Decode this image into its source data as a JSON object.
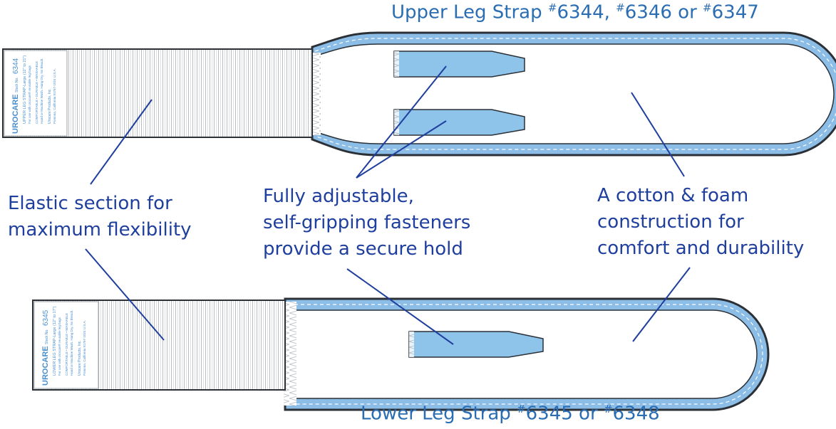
{
  "titles": {
    "upper": {
      "prefix": "Upper Leg Strap ",
      "codes": [
        "6344",
        "6346",
        "6347"
      ],
      "sep1": ", ",
      "sep2": " or ",
      "hash": "#"
    },
    "lower": {
      "prefix": "Lower Leg Strap ",
      "codes": [
        "6345",
        "6348"
      ],
      "sep1": " or ",
      "hash": "#"
    }
  },
  "callouts": {
    "elastic": [
      "Elastic section for",
      "maximum flexibility"
    ],
    "fasteners": [
      "Fully adjustable,",
      "self-gripping fasteners",
      "provide a secure hold"
    ],
    "material": [
      "A cotton & foam",
      "construction for",
      "comfort and durability"
    ]
  },
  "tags": {
    "upper": {
      "brand": "UROCARE",
      "stock_label": "Stock No.",
      "stock": "6344",
      "line1": "UPPER LEG STRAP-Large (12\" to 21\")",
      "line2": "For use with Urocare® reusable leg bags",
      "line3": "COMFORTABLE • DURABLE • WASHABLE",
      "line4": "Hand or Machine Wash. Hang Dry. No Bleach.",
      "line5": "Urocare Products, Inc.",
      "line6": "Pomona, California 91767-1024 U.S.A."
    },
    "lower": {
      "brand": "UROCARE",
      "stock_label": "Stock No.",
      "stock": "6345",
      "line1": "LOWER LEG STRAP-Large (12\" to 17\")",
      "line2": "For use with Urocare® reusable leg bags",
      "line3": "COMFORTABLE • DURABLE • WASHABLE",
      "line4": "Hand or Machine Wash. Hang Dry. No Bleach.",
      "line5": "Urocare Products, Inc.",
      "line6": "Pomona, California 91767-1024 U.S.A."
    }
  },
  "colors": {
    "strap_blue": "#8bbde6",
    "strap_outline": "#2b3036",
    "tab_blue": "#8ec3ea",
    "text_title": "#2a6db3",
    "text_callout": "#1f3f9e",
    "leader": "#1f3f9e",
    "tag_text": "#4a8fd0"
  }
}
